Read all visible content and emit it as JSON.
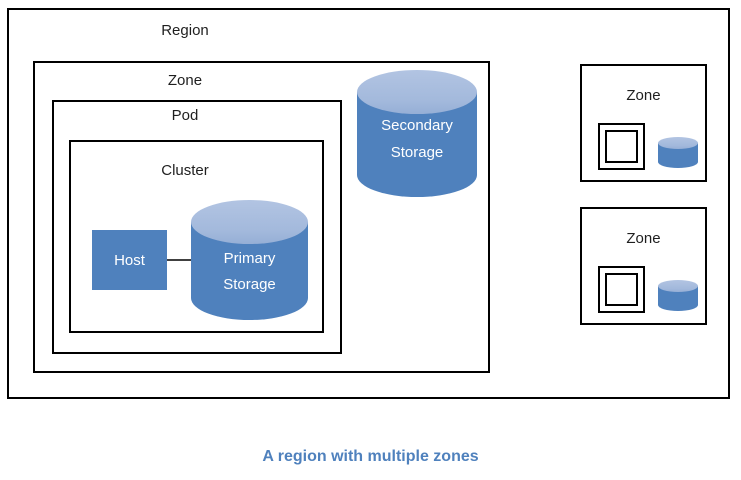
{
  "diagram": {
    "region": {
      "label": "Region"
    },
    "zone_main": {
      "label": "Zone"
    },
    "pod": {
      "label": "Pod"
    },
    "cluster": {
      "label": "Cluster"
    },
    "host": {
      "label": "Host"
    },
    "primary_storage": {
      "line1": "Primary",
      "line2": "Storage"
    },
    "secondary_storage": {
      "line1": "Secondary",
      "line2": "Storage"
    },
    "zone_small_top": {
      "label": "Zone"
    },
    "zone_small_bottom": {
      "label": "Zone"
    }
  },
  "caption": "A region with multiple zones",
  "colors": {
    "shape_fill": "#4f81bd",
    "cylinder_top_fill": "#a3b9dc",
    "box_border": "#000000",
    "label_text": "#1f1f1f",
    "caption_text": "#4f81bd",
    "connector": "#404040",
    "background": "#ffffff"
  }
}
